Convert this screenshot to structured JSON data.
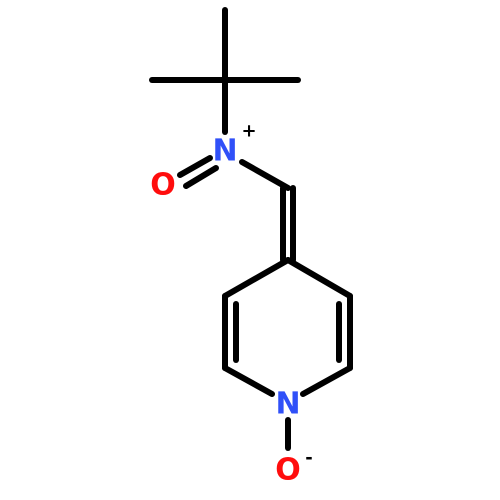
{
  "molecule": {
    "colors": {
      "bond": "#000000",
      "nitrogen": "#3050F8",
      "oxygen": "#FF0D0D"
    },
    "atoms": {
      "nitrone_n": {
        "symbol": "N",
        "charge": "+"
      },
      "nitrone_o": {
        "symbol": "O",
        "charge": ""
      },
      "pyridine_n": {
        "symbol": "N",
        "charge": ""
      },
      "oxide_o": {
        "symbol": "O",
        "charge": "-"
      }
    }
  }
}
